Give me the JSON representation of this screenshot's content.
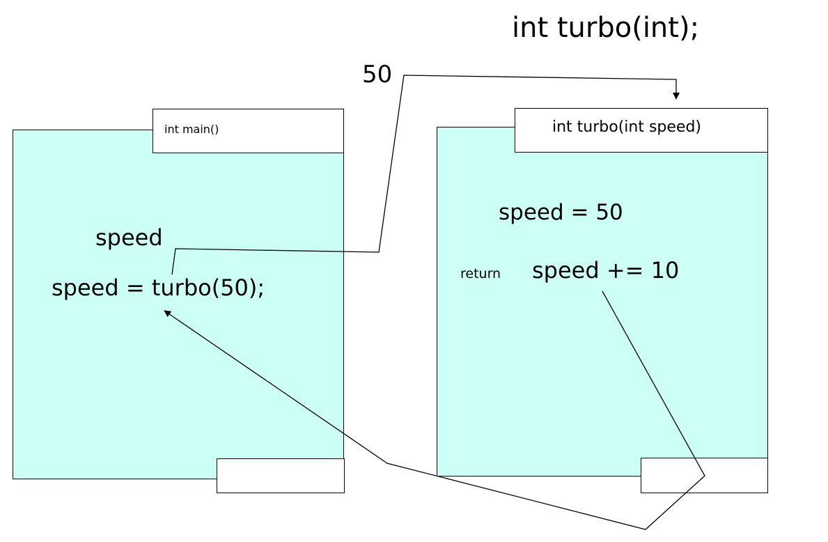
{
  "prototype": "int turbo(int);",
  "argument_value": "50",
  "main_function": {
    "header": "int main()",
    "variable": "speed",
    "statement": "speed = turbo(50);"
  },
  "turbo_function": {
    "header": "int turbo(int speed)",
    "assignment": "speed = 50",
    "return_keyword": "return",
    "return_expression": "speed += 10"
  },
  "colors": {
    "function_body": "#ccfff5",
    "line": "#000000"
  }
}
